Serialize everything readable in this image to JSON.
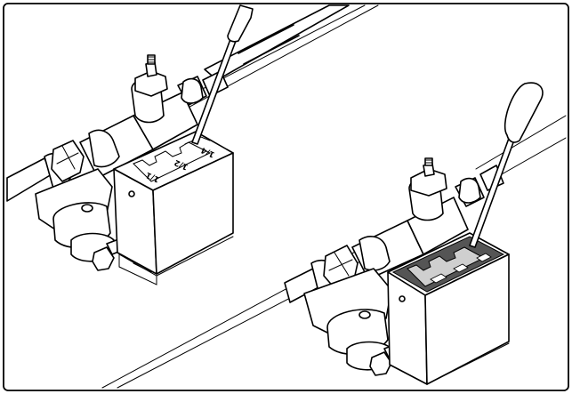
{
  "unit_a": {
    "labels": [
      "1/1",
      "1/2",
      "1/4"
    ]
  },
  "unit_b": {
    "labels": []
  }
}
